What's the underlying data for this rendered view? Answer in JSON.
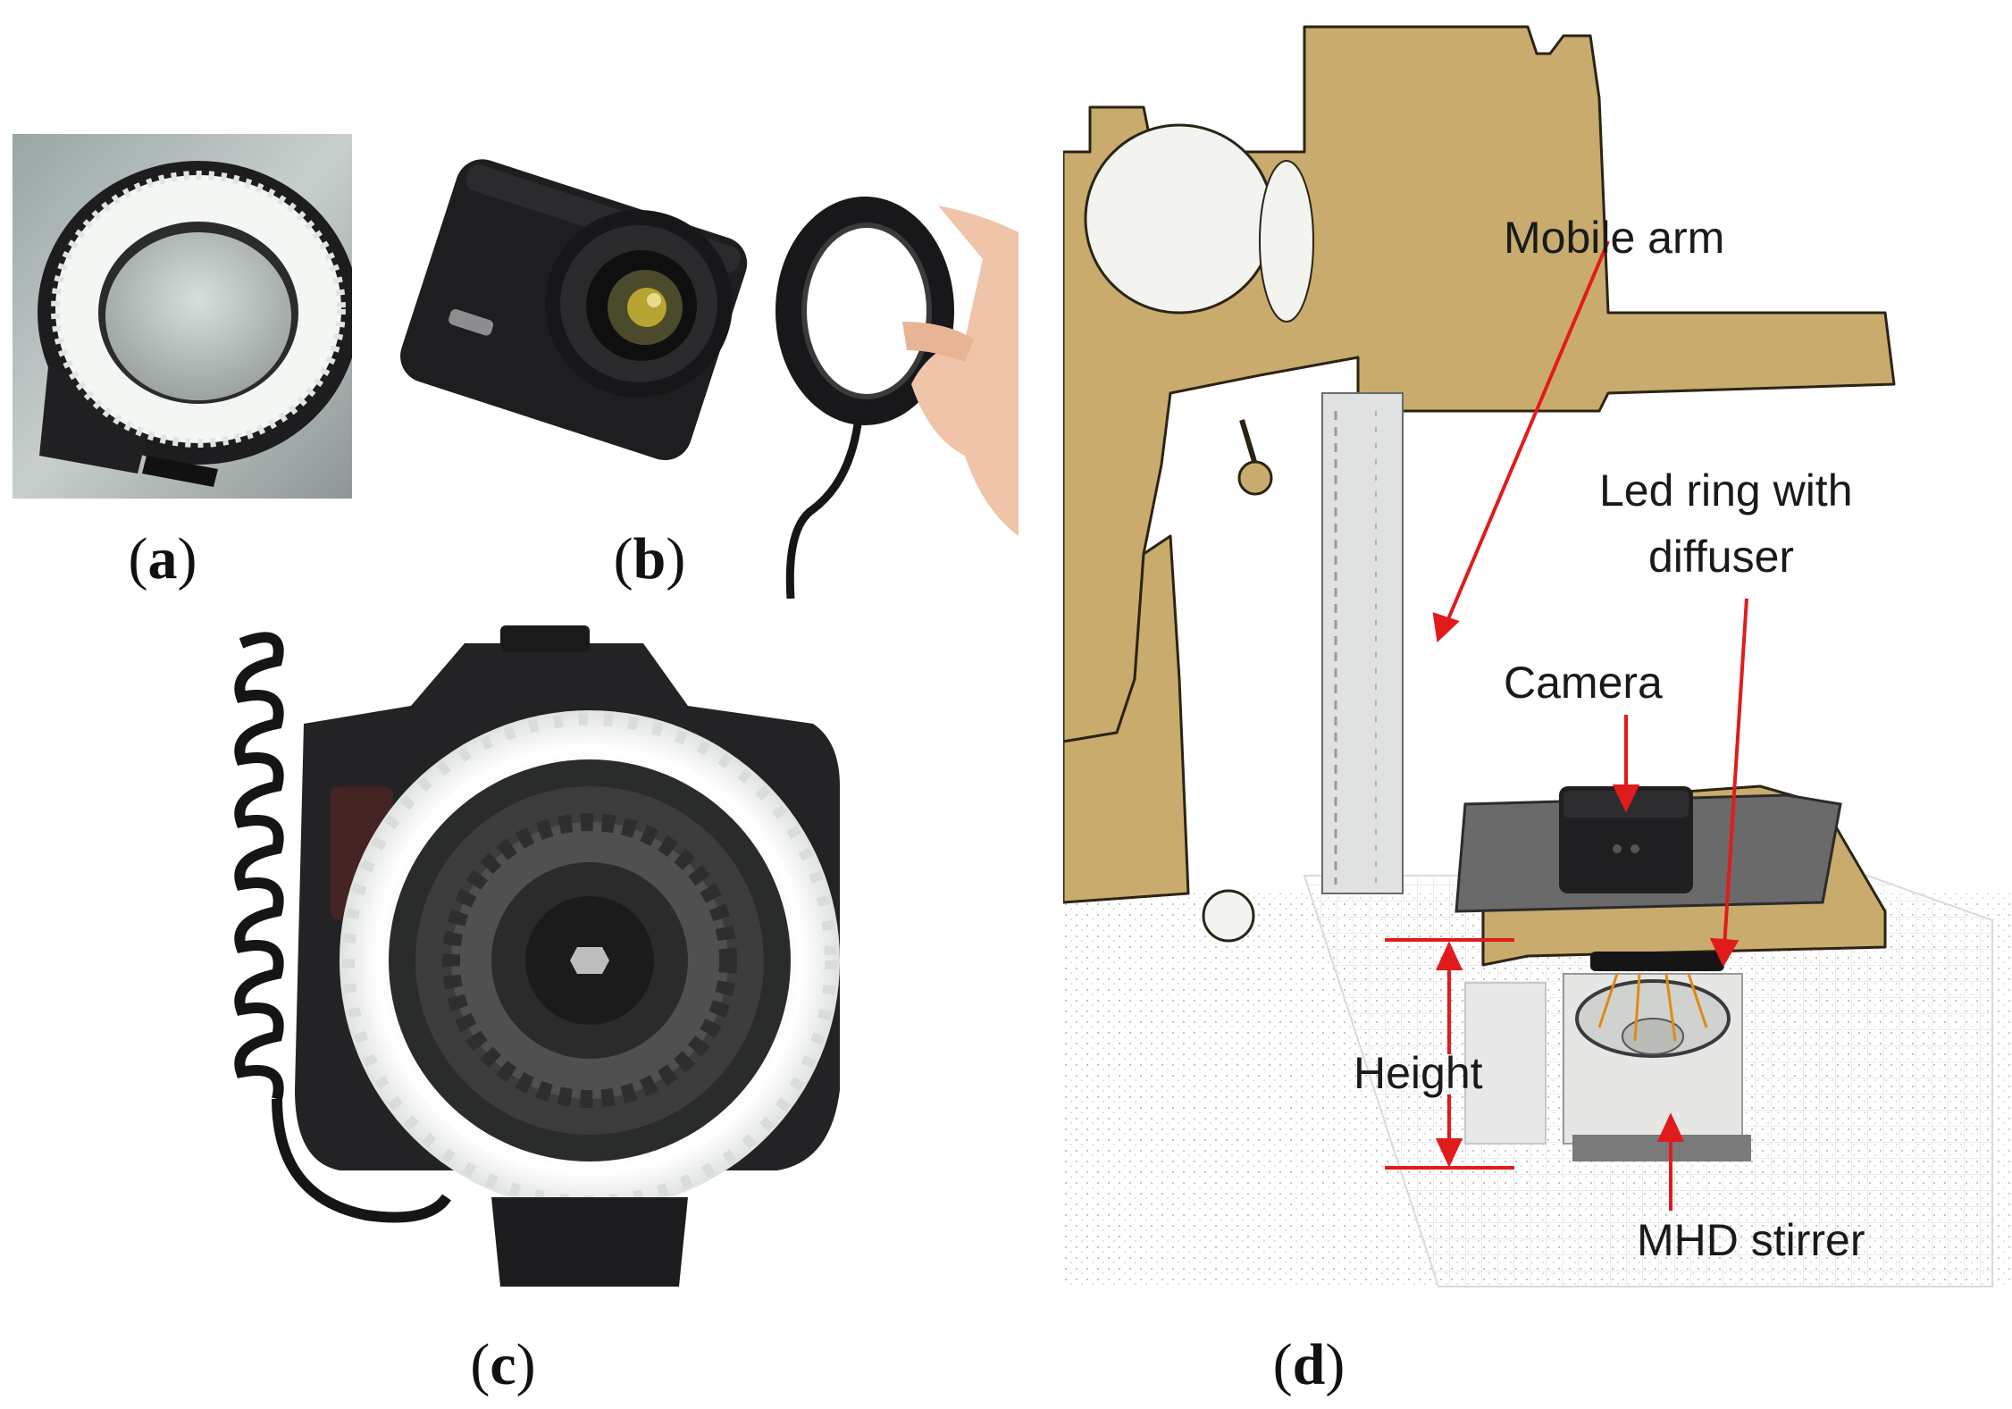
{
  "captions": {
    "a": {
      "open": "(",
      "letter": "a",
      "close": ")"
    },
    "b": {
      "open": "(",
      "letter": "b",
      "close": ")"
    },
    "c": {
      "open": "(",
      "letter": "c",
      "close": ")"
    },
    "d": {
      "open": "(",
      "letter": "d",
      "close": ")"
    }
  },
  "annotations": {
    "mobile_arm": "Mobile arm",
    "led_ring_line1": "Led ring with",
    "led_ring_line2": "diffuser",
    "camera": "Camera",
    "height": "Height",
    "mhd_stirrer": "MHD stirrer"
  },
  "colors": {
    "frame_tan": "#c9ab6e",
    "annotation_red": "#e11b1b",
    "led_white": "#f4f6f4",
    "camera_black": "#1c1c1c",
    "beam_orange": "#e08a12"
  }
}
